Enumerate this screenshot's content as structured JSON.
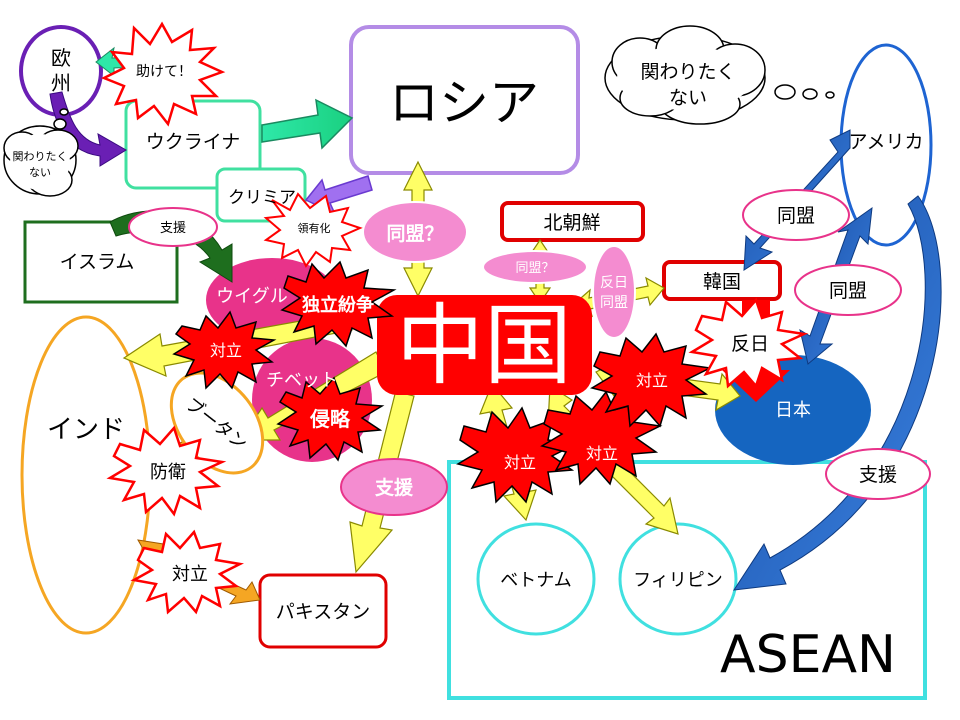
{
  "nodes": {
    "russia": "ロシア",
    "china": "中国",
    "ukraine": "ウクライナ",
    "crimea": "クリミア",
    "europe_1": "欧",
    "europe_2": "州",
    "islam": "イスラム",
    "uyghur": "ウイグル",
    "tibet": "チベット",
    "india": "インド",
    "bhutan": "ブータン",
    "pakistan": "パキスタン",
    "north_korea": "北朝鮮",
    "south_korea": "韓国",
    "japan": "日本",
    "america": "アメリカ",
    "vietnam": "ベトナム",
    "philippines": "フィリピン",
    "asean": "ASEAN"
  },
  "labels": {
    "help": "助けて！",
    "not_involved_small_1": "関わりたく",
    "not_involved_small_2": "ない",
    "not_involved_big_1": "関わりたく",
    "not_involved_big_2": "ない",
    "support_islam": "支援",
    "territory": "領有化",
    "alliance_russia": "同盟？",
    "alliance_nk": "同盟？",
    "anti_japan_kr_1": "反日",
    "anti_japan_kr_2": "同盟",
    "independence": "独立紛争",
    "invasion": "侵略",
    "conflict_india": "対立",
    "defense": "防衛",
    "conflict_pak": "対立",
    "support_pak": "支援",
    "conflict_vn": "対立",
    "conflict_ph": "対立",
    "conflict_jp": "対立",
    "anti_japan": "反日",
    "alliance_us_kr": "同盟",
    "alliance_us_jp": "同盟",
    "support_us": "支援"
  },
  "colors": {
    "china_red": "#ff0000",
    "russia_border": "#b48ce6",
    "ukraine_border": "#40e0a0",
    "islam_border": "#1e6e1e",
    "uyghur_pink": "#e8338a",
    "india_border": "#f5a623",
    "pakistan_border": "#e00000",
    "japan_blue": "#1565c0",
    "america_border": "#1e64d2",
    "asean_border": "#40e0e0",
    "arrow_yellow": "#ffff66",
    "arrow_blue": "#1e64c8",
    "burst_red": "#ff0000"
  }
}
